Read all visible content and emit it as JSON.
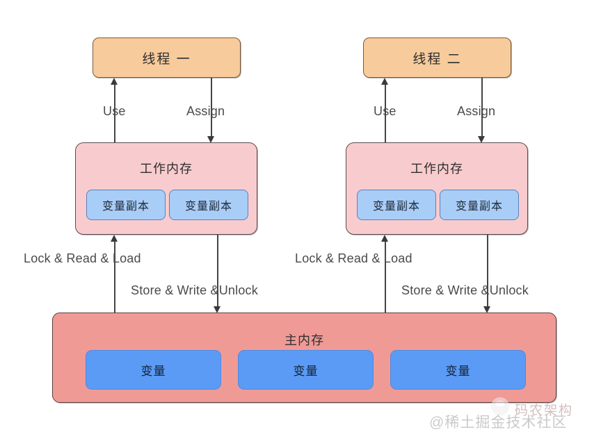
{
  "diagram": {
    "title": "Java Memory Model (JMM) thread working memory and main memory interaction",
    "colors": {
      "thread_fill": "#f7cb9c",
      "working_memory_fill": "#f8ccce",
      "variable_copy_fill": "#a8cdf7",
      "main_memory_fill": "#f09a96",
      "variable_fill": "#5b9bf5",
      "line": "#444444",
      "background": "#ffffff"
    },
    "threads": [
      {
        "id": "thread-one",
        "label": "线程 一",
        "use_label": "Use",
        "assign_label": "Assign",
        "working_memory": {
          "label": "工作内存",
          "copies": [
            {
              "label": "变量副本"
            },
            {
              "label": "变量副本"
            }
          ]
        },
        "read_label": "Lock & Read & Load",
        "write_label": "Store & Write &Unlock"
      },
      {
        "id": "thread-two",
        "label": "线程 二",
        "use_label": "Use",
        "assign_label": "Assign",
        "working_memory": {
          "label": "工作内存",
          "copies": [
            {
              "label": "变量副本"
            },
            {
              "label": "变量副本"
            }
          ]
        },
        "read_label": "Lock & Read & Load",
        "write_label": "Store & Write &Unlock"
      }
    ],
    "main_memory": {
      "label": "主内存",
      "variables": [
        {
          "label": "变量"
        },
        {
          "label": "变量"
        },
        {
          "label": "变量"
        }
      ]
    },
    "watermark": {
      "handle": "@稀土掘金技术社区",
      "brand": "码农架构",
      "avatar_icon": "avatar-icon"
    }
  }
}
